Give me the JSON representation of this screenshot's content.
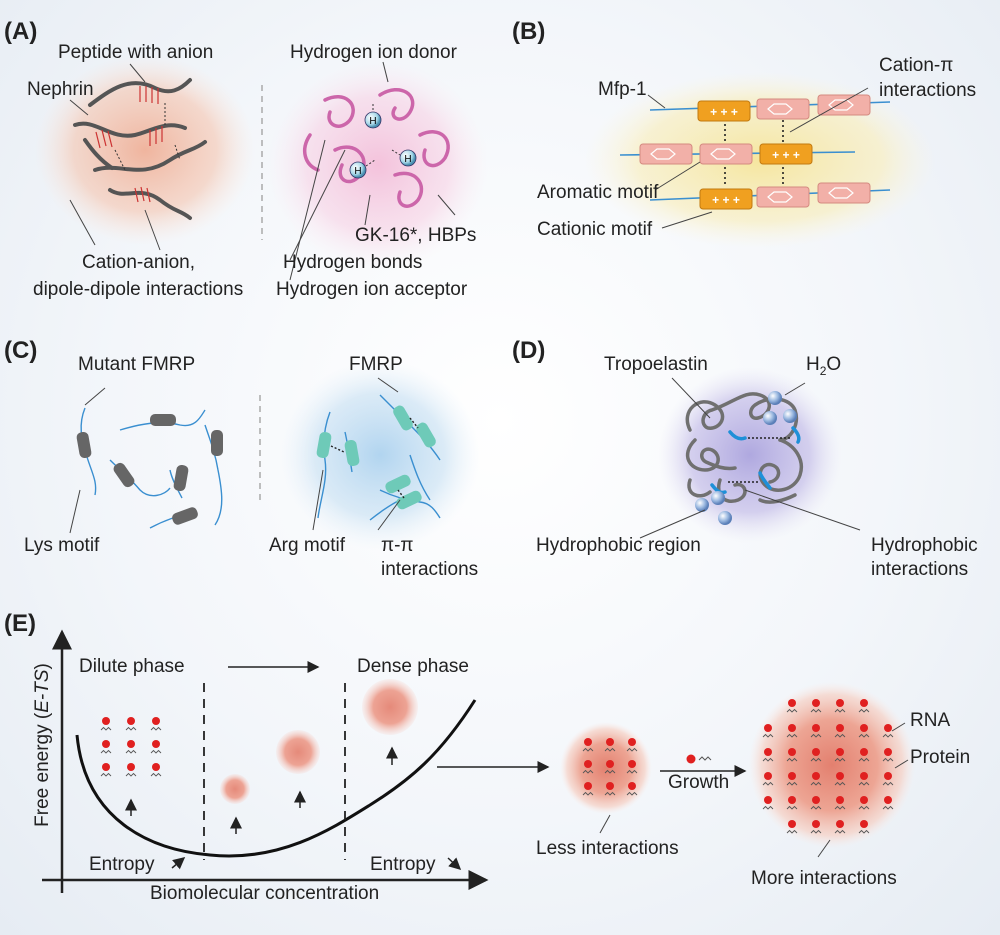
{
  "panels": {
    "a": "(A)",
    "b": "(B)",
    "c": "(C)",
    "d": "(D)",
    "e": "(E)"
  },
  "panel_a": {
    "peptide_with_anion": "Peptide with anion",
    "nephrin": "Nephrin",
    "cation_anion": "Cation-anion,",
    "dipole_dipole": "dipole-dipole interactions",
    "hydrogen_ion_donor": "Hydrogen ion donor",
    "gk16_hbps": "GK-16*, HBPs",
    "hydrogen_bonds": "Hydrogen bonds",
    "hydrogen_ion_acceptor": "Hydrogen ion acceptor",
    "h_symbol": "H"
  },
  "panel_b": {
    "mfp1": "Mfp-1",
    "cation_pi_1": "Cation-π",
    "cation_pi_2": "interactions",
    "aromatic_motif": "Aromatic motif",
    "cationic_motif": "Cationic motif",
    "cationic_box_text": "+ + +"
  },
  "panel_c": {
    "mutant_fmrp": "Mutant FMRP",
    "fmrp": "FMRP",
    "lys_motif": "Lys motif",
    "arg_motif": "Arg motif",
    "pi_pi_1": "π-π",
    "pi_pi_2": "interactions"
  },
  "panel_d": {
    "tropoelastin": "Tropoelastin",
    "h2o_h": "H",
    "h2o_sub": "2",
    "h2o_o": "O",
    "hydrophobic_region": "Hydrophobic region",
    "hydrophobic_int_1": "Hydrophobic",
    "hydrophobic_int_2": "interactions"
  },
  "panel_e": {
    "ylabel_pre": "Free energy (",
    "ylabel_ital": "E-TS",
    "ylabel_post": ")",
    "xlabel": "Biomolecular concentration",
    "dilute_phase": "Dilute phase",
    "dense_phase": "Dense phase",
    "entropy_left": "Entropy",
    "entropy_right": "Entropy",
    "growth": "Growth",
    "less_interactions": "Less interactions",
    "more_interactions": "More interactions",
    "rna": "RNA",
    "protein": "Protein"
  },
  "colors": {
    "text": "#222222",
    "salmon_glow": "#e8a088",
    "pink_glow": "#f0c4dc",
    "yellow_glow": "#f6e7a8",
    "blue_glow": "#b9d8ee",
    "purple_glow": "#b7aee0",
    "strand_gray": "#666666",
    "pink_strand": "#cc66aa",
    "orange_motif": "#f0a020",
    "salmon_motif": "#f2b0a8",
    "teal_motif": "#6ecab8",
    "blue_line": "#3a8fd0",
    "red_dot": "#e02020",
    "water_blue": "#8fb0dc"
  }
}
